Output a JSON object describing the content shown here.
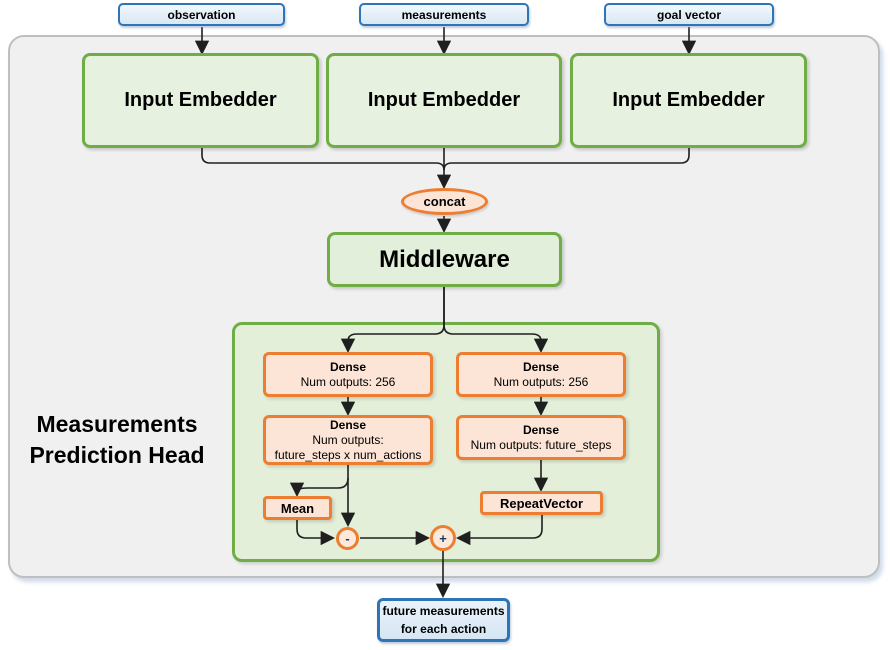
{
  "top_inputs": [
    {
      "label": "observation"
    },
    {
      "label": "measurements"
    },
    {
      "label": "goal vector"
    }
  ],
  "embedders": [
    {
      "label": "Input Embedder"
    },
    {
      "label": "Input Embedder"
    },
    {
      "label": "Input Embedder"
    }
  ],
  "concat": {
    "label": "concat"
  },
  "middleware": {
    "label": "Middleware"
  },
  "prediction_head": {
    "title": "Measurements Prediction Head",
    "dense_left_top": {
      "name": "Dense",
      "detail": "Num outputs: 256"
    },
    "dense_right_top": {
      "name": "Dense",
      "detail": "Num outputs: 256"
    },
    "dense_left_bottom": {
      "name": "Dense",
      "detail_line1": "Num outputs:",
      "detail_line2": "future_steps x num_actions"
    },
    "dense_right_bottom": {
      "name": "Dense",
      "detail": "Num outputs: future_steps"
    },
    "mean": {
      "label": "Mean"
    },
    "repeat_vector": {
      "label": "RepeatVector"
    },
    "minus_op": {
      "symbol": "-"
    },
    "plus_op": {
      "symbol": "+"
    }
  },
  "output": {
    "line1": "future measurements",
    "line2": "for each action"
  },
  "colors": {
    "blue_border": "#2E75B6",
    "blue_fill": "#DEEBF7",
    "green_border": "#70AD47",
    "green_fill": "#E2EFDA",
    "orange_border": "#ED7D31",
    "orange_fill": "#FCE4D6",
    "panel_fill": "#F0F0F0",
    "panel_border": "#BFBFBF",
    "connector_line": "#1F1F1F",
    "operator_sign": "#17375E"
  }
}
